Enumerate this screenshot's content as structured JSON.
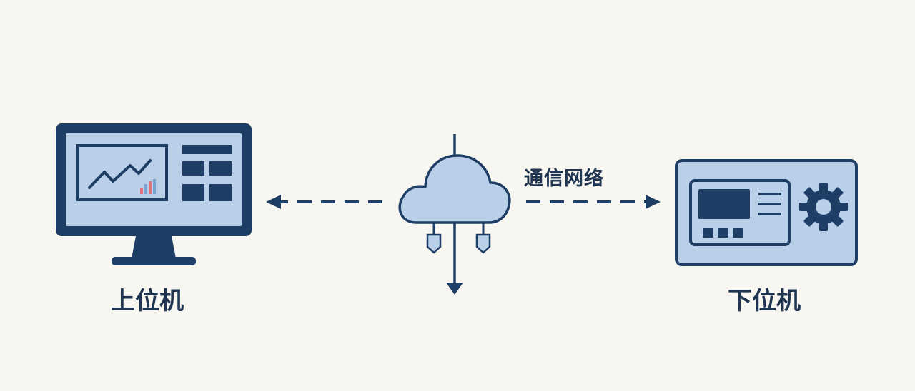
{
  "diagram": {
    "nodes": {
      "upper_computer": {
        "label": "上位机",
        "icon": "monitor-icon"
      },
      "network": {
        "label": "通信网络",
        "icon": "cloud-icon"
      },
      "lower_computer": {
        "label": "下位机",
        "icon": "controller-icon"
      }
    },
    "edges": [
      {
        "from": "network",
        "to": "upper_computer",
        "style": "dashed-arrow"
      },
      {
        "from": "network",
        "to": "lower_computer",
        "style": "dashed-arrow"
      }
    ]
  },
  "colors": {
    "background": "#f7f6f0",
    "navy": "#1f3e66",
    "light_blue": "#b9d0e8",
    "text": "#1f3552",
    "chart_red": "#d9737b",
    "chart_blue": "#7aa3cf"
  }
}
